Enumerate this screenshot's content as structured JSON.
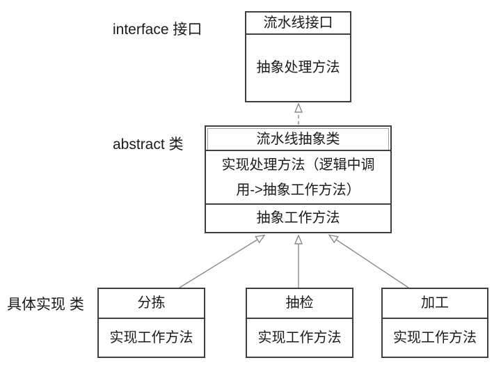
{
  "diagram": {
    "labels": {
      "interface": "interface 接口",
      "abstract": "abstract 类",
      "concrete": "具体实现 类"
    },
    "interface_box": {
      "title": "流水线接口",
      "method": "抽象处理方法"
    },
    "abstract_box": {
      "title": "流水线抽象类",
      "process_method_lines": [
        "实现处理方法（逻辑中调",
        "用->抽象工作方法）"
      ],
      "work_method": "抽象工作方法"
    },
    "concrete_boxes": [
      {
        "title": "分拣",
        "method": "实现工作方法"
      },
      {
        "title": "抽检",
        "method": "实现工作方法"
      },
      {
        "title": "加工",
        "method": "实现工作方法"
      }
    ],
    "colors": {
      "background": "#ffffff",
      "box_border": "#3e3e3e",
      "arrow_line": "#8a8a8a",
      "text": "#1a1a1a"
    }
  }
}
